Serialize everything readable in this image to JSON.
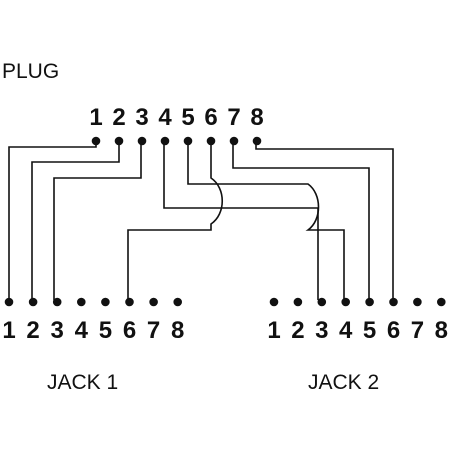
{
  "plug": {
    "title": "PLUG",
    "pins": [
      "1",
      "2",
      "3",
      "4",
      "5",
      "6",
      "7",
      "8"
    ]
  },
  "jack1": {
    "title": "JACK 1",
    "pins": [
      "1",
      "2",
      "3",
      "4",
      "5",
      "6",
      "7",
      "8"
    ]
  },
  "jack2": {
    "title": "JACK 2",
    "pins": [
      "1",
      "2",
      "3",
      "4",
      "5",
      "6",
      "7",
      "8"
    ]
  },
  "connections": [
    {
      "plug_pin": 1,
      "jack": "jack1",
      "jack_pin": 1
    },
    {
      "plug_pin": 2,
      "jack": "jack1",
      "jack_pin": 2
    },
    {
      "plug_pin": 3,
      "jack": "jack1",
      "jack_pin": 3
    },
    {
      "plug_pin": 6,
      "jack": "jack1",
      "jack_pin": 6
    },
    {
      "plug_pin": 4,
      "jack": "jack2",
      "jack_pin": 3
    },
    {
      "plug_pin": 5,
      "jack": "jack2",
      "jack_pin": 4
    },
    {
      "plug_pin": 7,
      "jack": "jack2",
      "jack_pin": 5
    },
    {
      "plug_pin": 8,
      "jack": "jack2",
      "jack_pin": 6
    }
  ],
  "colors": {
    "ink": "#111111",
    "background": "#ffffff"
  }
}
